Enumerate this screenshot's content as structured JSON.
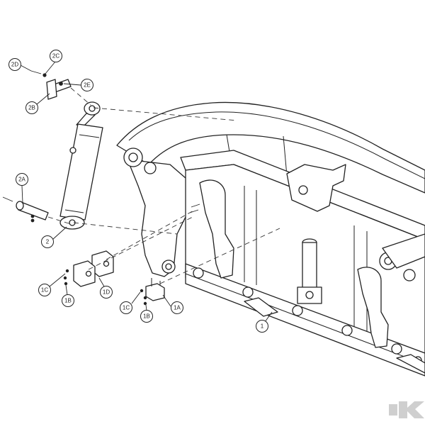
{
  "callouts": [
    {
      "id": "2D",
      "label": "2D"
    },
    {
      "id": "2C",
      "label": "2C"
    },
    {
      "id": "2E",
      "label": "2E"
    },
    {
      "id": "2B",
      "label": "2B"
    },
    {
      "id": "2A",
      "label": "2A"
    },
    {
      "id": "2",
      "label": "2"
    },
    {
      "id": "1C-left",
      "label": "1C"
    },
    {
      "id": "1B-left",
      "label": "1B"
    },
    {
      "id": "1D",
      "label": "1D"
    },
    {
      "id": "1C-right",
      "label": "1C"
    },
    {
      "id": "1B-right",
      "label": "1B"
    },
    {
      "id": "1A",
      "label": "1A"
    },
    {
      "id": "1",
      "label": "1"
    }
  ],
  "colors": {
    "line": "#222222",
    "logo": "#cfcfcf",
    "background": "#ffffff"
  },
  "logo": {
    "mark": "K"
  }
}
